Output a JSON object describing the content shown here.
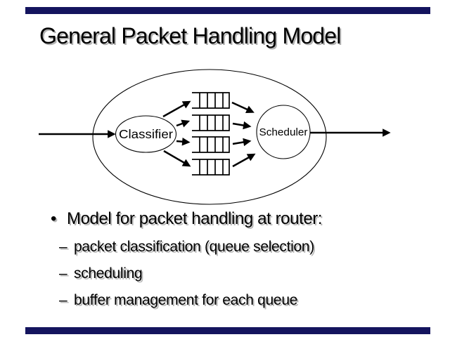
{
  "slide": {
    "title": "General Packet Handling Model",
    "accent_color": "#14145E",
    "diagram": {
      "classifier_label": "Classifier",
      "scheduler_label": "Scheduler",
      "queue_count": 4
    },
    "bullets": {
      "main": {
        "marker": "•",
        "text": "Model for packet handling at router:"
      },
      "sub": [
        {
          "marker": "–",
          "text": "packet classification (queue selection)"
        },
        {
          "marker": "–",
          "text": "scheduling"
        },
        {
          "marker": "–",
          "text": "buffer management for each queue"
        }
      ]
    }
  }
}
